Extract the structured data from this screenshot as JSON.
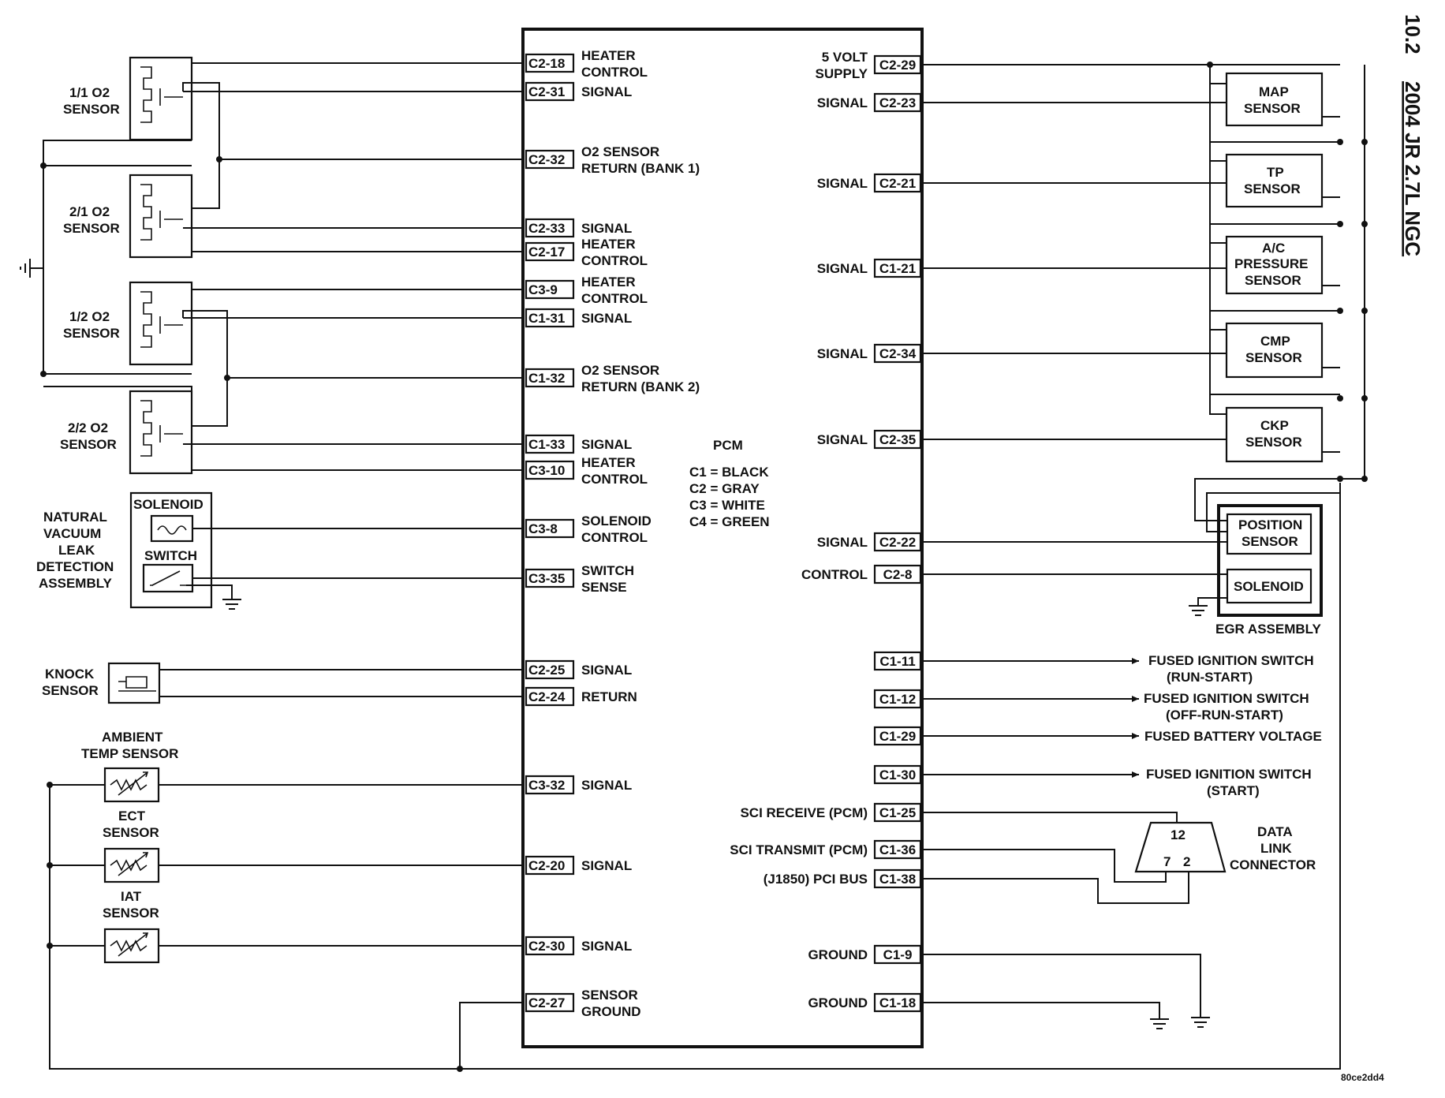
{
  "header": {
    "section": "10.2",
    "vehicle": "2004 JR 2.7L NGC"
  },
  "footer": {
    "figure_code": "80ce2dd4"
  },
  "pcm": {
    "title": "PCM",
    "legend": [
      "C1 = BLACK",
      "C2 = GRAY",
      "C3 = WHITE",
      "C4 = GREEN"
    ]
  },
  "left_pins": [
    {
      "pin": "C2-18",
      "label": [
        "HEATER",
        "CONTROL"
      ]
    },
    {
      "pin": "C2-31",
      "label": [
        "SIGNAL"
      ]
    },
    {
      "pin": "C2-32",
      "label": [
        "O2 SENSOR",
        "RETURN (BANK 1)"
      ]
    },
    {
      "pin": "C2-33",
      "label": [
        "SIGNAL"
      ]
    },
    {
      "pin": "C2-17",
      "label": [
        "HEATER",
        "CONTROL"
      ]
    },
    {
      "pin": "C3-9",
      "label": [
        "HEATER",
        "CONTROL"
      ]
    },
    {
      "pin": "C1-31",
      "label": [
        "SIGNAL"
      ]
    },
    {
      "pin": "C1-32",
      "label": [
        "O2 SENSOR",
        "RETURN (BANK 2)"
      ]
    },
    {
      "pin": "C1-33",
      "label": [
        "SIGNAL"
      ]
    },
    {
      "pin": "C3-10",
      "label": [
        "HEATER",
        "CONTROL"
      ]
    },
    {
      "pin": "C3-8",
      "label": [
        "SOLENOID",
        "CONTROL"
      ]
    },
    {
      "pin": "C3-35",
      "label": [
        "SWITCH",
        "SENSE"
      ]
    },
    {
      "pin": "C2-25",
      "label": [
        "SIGNAL"
      ]
    },
    {
      "pin": "C2-24",
      "label": [
        "RETURN"
      ]
    },
    {
      "pin": "C3-32",
      "label": [
        "SIGNAL"
      ]
    },
    {
      "pin": "C2-20",
      "label": [
        "SIGNAL"
      ]
    },
    {
      "pin": "C2-30",
      "label": [
        "SIGNAL"
      ]
    },
    {
      "pin": "C2-27",
      "label": [
        "SENSOR",
        "GROUND"
      ]
    }
  ],
  "right_pins": [
    {
      "pin": "C2-29",
      "label": [
        "5 VOLT",
        "SUPPLY"
      ]
    },
    {
      "pin": "C2-23",
      "label": [
        "SIGNAL"
      ]
    },
    {
      "pin": "C2-21",
      "label": [
        "SIGNAL"
      ]
    },
    {
      "pin": "C1-21",
      "label": [
        "SIGNAL"
      ]
    },
    {
      "pin": "C2-34",
      "label": [
        "SIGNAL"
      ]
    },
    {
      "pin": "C2-35",
      "label": [
        "SIGNAL"
      ]
    },
    {
      "pin": "C2-22",
      "label": [
        "SIGNAL"
      ]
    },
    {
      "pin": "C2-8",
      "label": [
        "CONTROL"
      ]
    },
    {
      "pin": "C1-11",
      "label": []
    },
    {
      "pin": "C1-12",
      "label": []
    },
    {
      "pin": "C1-29",
      "label": []
    },
    {
      "pin": "C1-30",
      "label": []
    },
    {
      "pin": "C1-25",
      "label": [
        "SCI RECEIVE (PCM)"
      ]
    },
    {
      "pin": "C1-36",
      "label": [
        "SCI TRANSMIT (PCM)"
      ]
    },
    {
      "pin": "C1-38",
      "label": [
        "(J1850) PCI BUS"
      ]
    },
    {
      "pin": "C1-9",
      "label": [
        "GROUND"
      ]
    },
    {
      "pin": "C1-18",
      "label": [
        "GROUND"
      ]
    }
  ],
  "left_components": {
    "o2_11": [
      "1/1 O2",
      "SENSOR"
    ],
    "o2_21": [
      "2/1 O2",
      "SENSOR"
    ],
    "o2_12": [
      "1/2 O2",
      "SENSOR"
    ],
    "o2_22": [
      "2/2 O2",
      "SENSOR"
    ],
    "nvld": [
      "NATURAL",
      "VACUUM",
      "LEAK",
      "DETECTION",
      "ASSEMBLY"
    ],
    "solenoid": "SOLENOID",
    "switch": "SWITCH",
    "knock": [
      "KNOCK",
      "SENSOR"
    ],
    "ambient": [
      "AMBIENT",
      "TEMP SENSOR"
    ],
    "ect": [
      "ECT",
      "SENSOR"
    ],
    "iat": [
      "IAT",
      "SENSOR"
    ]
  },
  "right_components": {
    "map": [
      "MAP",
      "SENSOR"
    ],
    "tp": [
      "TP",
      "SENSOR"
    ],
    "ac": [
      "A/C",
      "PRESSURE",
      "SENSOR"
    ],
    "cmp": [
      "CMP",
      "SENSOR"
    ],
    "ckp": [
      "CKP",
      "SENSOR"
    ],
    "egr_position": [
      "POSITION",
      "SENSOR"
    ],
    "egr_solenoid": "SOLENOID",
    "egr_assembly": "EGR ASSEMBLY",
    "fused": [
      [
        "FUSED IGNITION SWITCH",
        "(RUN-START)"
      ],
      [
        "FUSED IGNITION SWITCH",
        "(OFF-RUN-START)"
      ],
      [
        "FUSED BATTERY VOLTAGE"
      ],
      [
        "FUSED IGNITION SWITCH",
        "(START)"
      ]
    ],
    "dlc": {
      "label": [
        "DATA",
        "LINK",
        "CONNECTOR"
      ],
      "pin_top": "12",
      "pin_left": "7",
      "pin_right": "2"
    }
  }
}
